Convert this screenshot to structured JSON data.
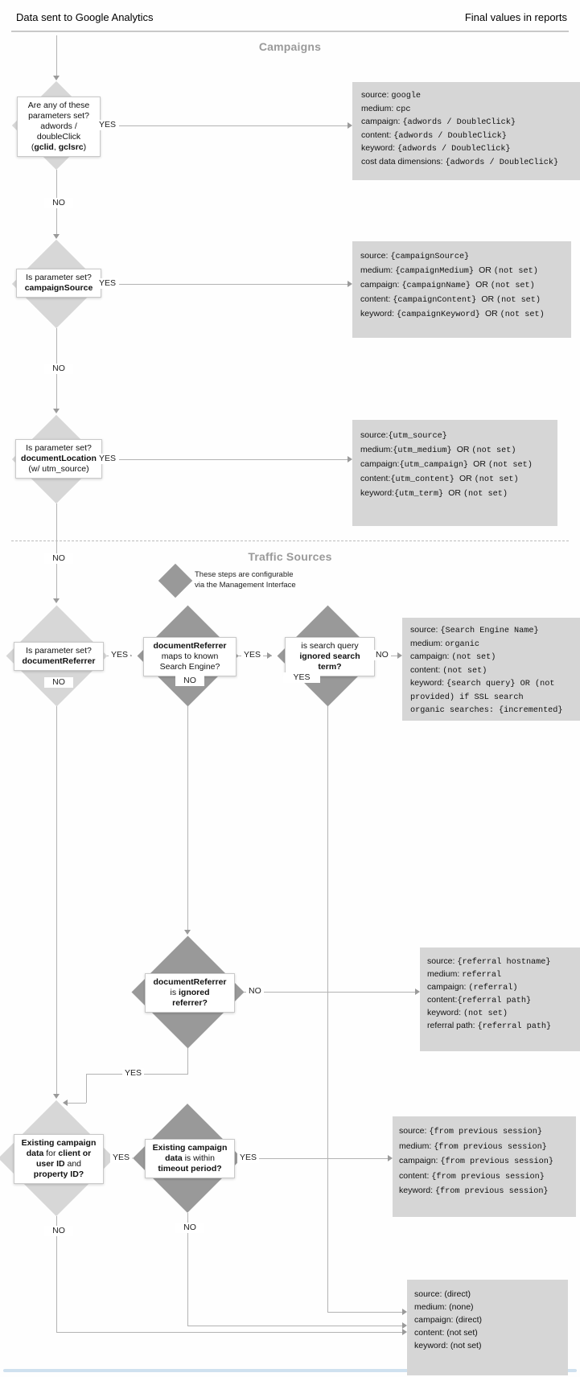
{
  "page": {
    "title_left": "Data sent to Google Analytics",
    "title_right": "Final values in reports"
  },
  "sections": {
    "campaigns": "Campaigns",
    "traffic_sources": "Traffic Sources"
  },
  "labels": {
    "yes": "YES",
    "no": "NO"
  },
  "config_note": {
    "line1": "These steps are configurable",
    "line2": "via the Management Interface"
  },
  "colors": {
    "diamond_light": "#d7d7d7",
    "diamond_dark": "#999999",
    "result_box_bg": "#d6d6d6",
    "connector": "#b3b3b3",
    "section_header": "#9a9a9a",
    "bottom_strip": "#cfe1ef"
  },
  "diamonds": [
    {
      "lines": [
        [
          {
            "t": "Are any of these",
            "f": "s"
          }
        ],
        [
          {
            "t": "parameters set?",
            "f": "s"
          }
        ],
        [
          {
            "t": "adwords /",
            "f": "s"
          }
        ],
        [
          {
            "t": "doubleClick",
            "f": "s"
          }
        ],
        [
          {
            "t": "(",
            "f": "s"
          },
          {
            "t": "gclid",
            "f": "b"
          },
          {
            "t": ", ",
            "f": "s"
          },
          {
            "t": "gclsrc",
            "f": "b"
          },
          {
            "t": ")",
            "f": "s"
          }
        ]
      ]
    },
    {
      "lines": [
        [
          {
            "t": "Is parameter set?",
            "f": "s"
          }
        ],
        [
          {
            "t": "campaignSource",
            "f": "b"
          }
        ]
      ]
    },
    {
      "lines": [
        [
          {
            "t": "Is parameter set?",
            "f": "s"
          }
        ],
        [
          {
            "t": "documentLocation",
            "f": "b"
          }
        ],
        [
          {
            "t": "(w/ utm_source)",
            "f": "s"
          }
        ]
      ]
    },
    {
      "lines": [
        [
          {
            "t": "Is parameter set?",
            "f": "s"
          }
        ],
        [
          {
            "t": "documentReferrer",
            "f": "b"
          }
        ]
      ]
    },
    {
      "lines": [
        [
          {
            "t": "documentReferrer",
            "f": "b"
          }
        ],
        [
          {
            "t": "maps to known",
            "f": "s"
          }
        ],
        [
          {
            "t": "Search Engine?",
            "f": "s"
          }
        ]
      ]
    },
    {
      "lines": [
        [
          {
            "t": "is search query",
            "f": "s"
          }
        ],
        [
          {
            "t": "ignored search",
            "f": "b"
          }
        ],
        [
          {
            "t": "term?",
            "f": "b"
          }
        ]
      ]
    },
    {
      "lines": [
        [
          {
            "t": "documentReferrer",
            "f": "b"
          }
        ],
        [
          {
            "t": "is ",
            "f": "s"
          },
          {
            "t": "ignored",
            "f": "b"
          }
        ],
        [
          {
            "t": "referrer?",
            "f": "b"
          }
        ]
      ]
    },
    {
      "lines": [
        [
          {
            "t": "Existing campaign",
            "f": "b"
          }
        ],
        [
          {
            "t": "data",
            "f": "b"
          },
          {
            "t": " for ",
            "f": "s"
          },
          {
            "t": "client or",
            "f": "b"
          }
        ],
        [
          {
            "t": "user ID",
            "f": "b"
          },
          {
            "t": " and",
            "f": "s"
          }
        ],
        [
          {
            "t": "property ID?",
            "f": "b"
          }
        ]
      ]
    },
    {
      "lines": [
        [
          {
            "t": "Existing campaign",
            "f": "b"
          }
        ],
        [
          {
            "t": "data",
            "f": "b"
          },
          {
            "t": " is within",
            "f": "s"
          }
        ],
        [
          {
            "t": "timeout period?",
            "f": "b"
          }
        ]
      ]
    }
  ],
  "boxes": {
    "adwords": {
      "rows": [
        [
          {
            "t": "source: ",
            "f": "s"
          },
          {
            "t": "google",
            "f": "m"
          }
        ],
        [
          {
            "t": "medium: ",
            "f": "s"
          },
          {
            "t": "cpc",
            "f": "m"
          }
        ],
        [
          {
            "t": "campaign: ",
            "f": "s"
          },
          {
            "t": "{adwords / DoubleClick}",
            "f": "m"
          }
        ],
        [
          {
            "t": "content: ",
            "f": "s"
          },
          {
            "t": "{adwords / DoubleClick}",
            "f": "m"
          }
        ],
        [
          {
            "t": "keyword: ",
            "f": "s"
          },
          {
            "t": "{adwords / DoubleClick}",
            "f": "m"
          }
        ],
        [
          {
            "t": "cost data dimensions: ",
            "f": "s"
          },
          {
            "t": "{adwords / DoubleClick}",
            "f": "m"
          }
        ]
      ]
    },
    "campaign_params": {
      "rows": [
        [
          {
            "t": "source: ",
            "f": "s"
          },
          {
            "t": "{campaignSource}",
            "f": "m"
          }
        ],
        [
          {
            "t": "medium: ",
            "f": "s"
          },
          {
            "t": "{campaignMedium} ",
            "f": "m"
          },
          {
            "t": "OR ",
            "f": "s"
          },
          {
            "t": "(not set)",
            "f": "m"
          }
        ],
        [
          {
            "t": "campaign: ",
            "f": "s"
          },
          {
            "t": "{campaignName} ",
            "f": "m"
          },
          {
            "t": "OR ",
            "f": "s"
          },
          {
            "t": "(not set)",
            "f": "m"
          }
        ],
        [
          {
            "t": "content: ",
            "f": "s"
          },
          {
            "t": "{campaignContent} ",
            "f": "m"
          },
          {
            "t": "OR ",
            "f": "s"
          },
          {
            "t": "(not set)",
            "f": "m"
          }
        ],
        [
          {
            "t": "keyword: ",
            "f": "s"
          },
          {
            "t": "{campaignKeyword} ",
            "f": "m"
          },
          {
            "t": "OR ",
            "f": "s"
          },
          {
            "t": "(not set)",
            "f": "m"
          }
        ]
      ]
    },
    "utm_params": {
      "rows": [
        [
          {
            "t": "source:",
            "f": "s"
          },
          {
            "t": "{utm_source}",
            "f": "m"
          }
        ],
        [
          {
            "t": "medium:",
            "f": "s"
          },
          {
            "t": "{utm_medium} ",
            "f": "m"
          },
          {
            "t": "OR ",
            "f": "s"
          },
          {
            "t": "(not set)",
            "f": "m"
          }
        ],
        [
          {
            "t": "campaign:",
            "f": "s"
          },
          {
            "t": "{utm_campaign} ",
            "f": "m"
          },
          {
            "t": "OR ",
            "f": "s"
          },
          {
            "t": "(not set)",
            "f": "m"
          }
        ],
        [
          {
            "t": "content:",
            "f": "s"
          },
          {
            "t": "{utm_content} ",
            "f": "m"
          },
          {
            "t": "OR ",
            "f": "s"
          },
          {
            "t": "(not set)",
            "f": "m"
          }
        ],
        [
          {
            "t": "keyword:",
            "f": "s"
          },
          {
            "t": "{utm_term} ",
            "f": "m"
          },
          {
            "t": "OR ",
            "f": "s"
          },
          {
            "t": "(not set)",
            "f": "m"
          }
        ]
      ]
    },
    "organic": {
      "rows": [
        [
          {
            "t": "source: ",
            "f": "s"
          },
          {
            "t": "{Search Engine Name}",
            "f": "m"
          }
        ],
        [
          {
            "t": "medium: ",
            "f": "s"
          },
          {
            "t": "organic",
            "f": "m"
          }
        ],
        [
          {
            "t": "campaign: ",
            "f": "s"
          },
          {
            "t": "(not set)",
            "f": "m"
          }
        ],
        [
          {
            "t": "content: ",
            "f": "s"
          },
          {
            "t": "(not set)",
            "f": "m"
          }
        ],
        [
          {
            "t": "keyword: ",
            "f": "s"
          },
          {
            "t": "{search query} OR (not provided) if SSL search",
            "f": "m"
          }
        ],
        [
          {
            "t": "organic searches: {incremented}",
            "f": "m"
          }
        ]
      ]
    },
    "referral": {
      "rows": [
        [
          {
            "t": "source: ",
            "f": "s"
          },
          {
            "t": "{referral hostname}",
            "f": "m"
          }
        ],
        [
          {
            "t": "medium: ",
            "f": "s"
          },
          {
            "t": "referral",
            "f": "m"
          }
        ],
        [
          {
            "t": "campaign: ",
            "f": "s"
          },
          {
            "t": "(referral)",
            "f": "m"
          }
        ],
        [
          {
            "t": "content:",
            "f": "s"
          },
          {
            "t": "{referral path}",
            "f": "m"
          }
        ],
        [
          {
            "t": "keyword: ",
            "f": "s"
          },
          {
            "t": "(not set)",
            "f": "m"
          }
        ],
        [
          {
            "t": "referral path: ",
            "f": "s"
          },
          {
            "t": "{referral path}",
            "f": "m"
          }
        ]
      ]
    },
    "previous_session": {
      "rows": [
        [
          {
            "t": "source: ",
            "f": "s"
          },
          {
            "t": "{from previous session}",
            "f": "m"
          }
        ],
        [
          {
            "t": "medium: ",
            "f": "s"
          },
          {
            "t": "{from previous session}",
            "f": "m"
          }
        ],
        [
          {
            "t": "campaign: ",
            "f": "s"
          },
          {
            "t": "{from previous session}",
            "f": "m"
          }
        ],
        [
          {
            "t": "content: ",
            "f": "s"
          },
          {
            "t": "{from previous session}",
            "f": "m"
          }
        ],
        [
          {
            "t": "keyword: ",
            "f": "s"
          },
          {
            "t": "{from previous session}",
            "f": "m"
          }
        ]
      ]
    },
    "direct": {
      "rows": [
        [
          {
            "t": "source: (direct)",
            "f": "s"
          }
        ],
        [
          {
            "t": "medium: (none)",
            "f": "s"
          }
        ],
        [
          {
            "t": "campaign: (direct)",
            "f": "s"
          }
        ],
        [
          {
            "t": "content: (not set)",
            "f": "s"
          }
        ],
        [
          {
            "t": "keyword: (not set)",
            "f": "s"
          }
        ]
      ]
    }
  }
}
